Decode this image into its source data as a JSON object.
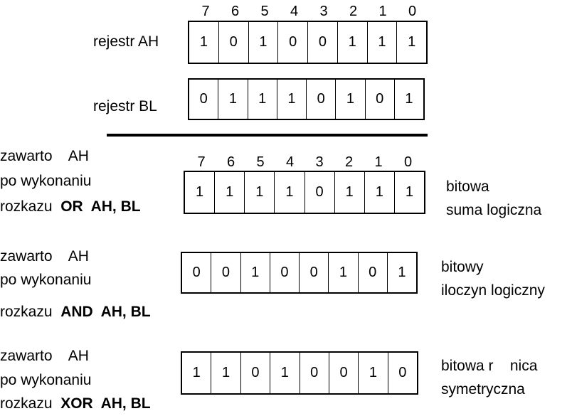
{
  "bit_numbers": [
    "7",
    "6",
    "5",
    "4",
    "3",
    "2",
    "1",
    "0"
  ],
  "ah_label": "rejestr AH",
  "bl_label": "rejestr BL",
  "ah_bits": [
    "1",
    "0",
    "1",
    "0",
    "0",
    "1",
    "1",
    "1"
  ],
  "bl_bits": [
    "0",
    "1",
    "1",
    "1",
    "0",
    "1",
    "0",
    "1"
  ],
  "or": {
    "line1": "zawarto    AH",
    "line2": "po wykonaniu",
    "line3_prefix": "rozkazu",
    "line3_instr": "OR  AH, BL",
    "bits": [
      "1",
      "1",
      "1",
      "1",
      "0",
      "1",
      "1",
      "1"
    ],
    "desc1": "bitowa",
    "desc2": "suma logiczna"
  },
  "and": {
    "line1": "zawarto    AH",
    "line2": "po wykonaniu",
    "line3_prefix": "rozkazu",
    "line3_instr": "AND  AH, BL",
    "bits": [
      "0",
      "0",
      "1",
      "0",
      "0",
      "1",
      "0",
      "1"
    ],
    "desc1": "bitowy",
    "desc2": "iloczyn logiczny"
  },
  "xor": {
    "line1": "zawarto    AH",
    "line2": "po wykonaniu",
    "line3_prefix": "rozkazu",
    "line3_instr": "XOR  AH, BL",
    "bits": [
      "1",
      "1",
      "0",
      "1",
      "0",
      "0",
      "1",
      "0"
    ],
    "desc1": "bitowa r    nica",
    "desc2": "symetryczna"
  }
}
